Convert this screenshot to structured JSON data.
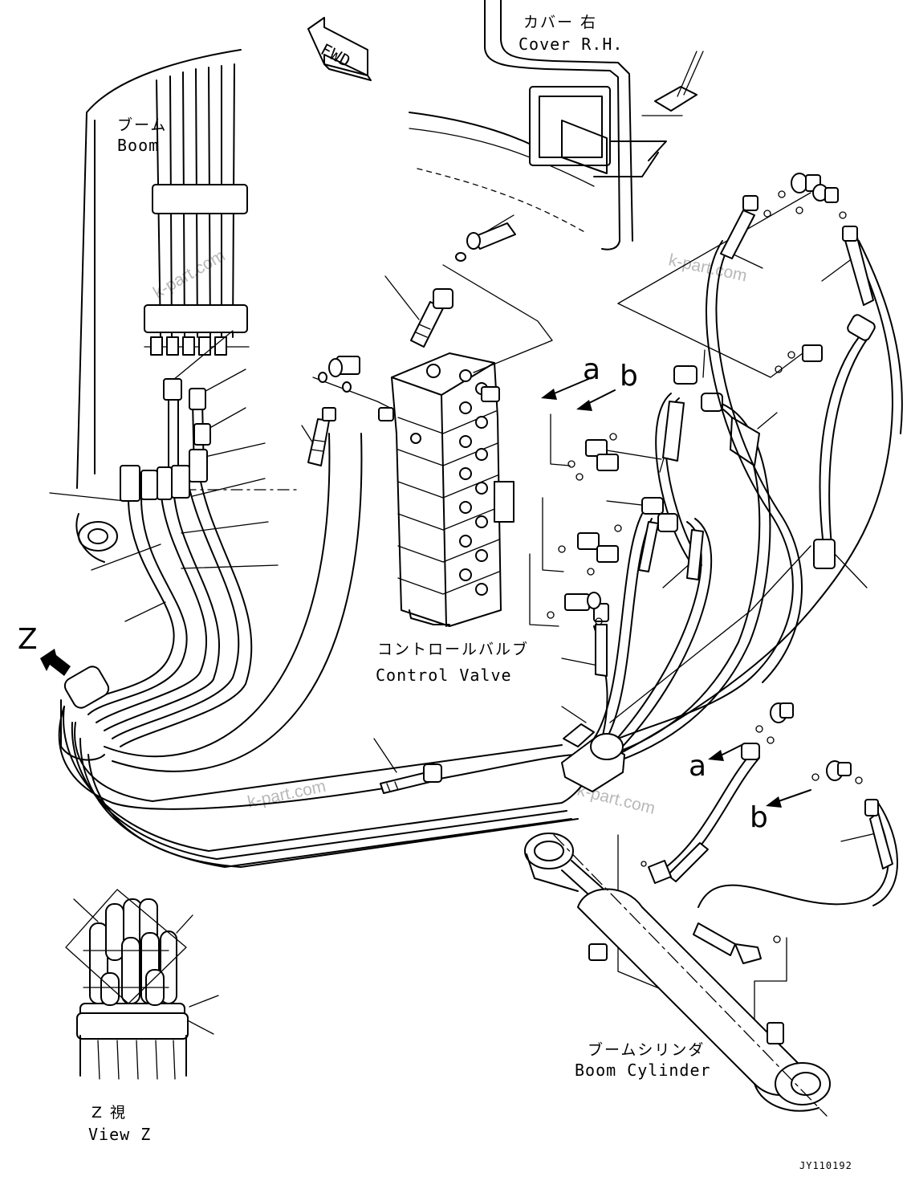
{
  "diagram": {
    "labels": {
      "cover_jp": "カバー 右",
      "cover_en": "Cover R.H.",
      "boom_jp": "ブーム",
      "boom_en": "Boom",
      "control_valve_jp": "コントロールバルブ",
      "control_valve_en": "Control Valve",
      "boom_cylinder_jp": "ブームシリンダ",
      "boom_cylinder_en": "Boom Cylinder",
      "view_z_jp": "Z 視",
      "view_z_en": "View Z",
      "fwd": "FWD",
      "z_marker": "Z",
      "ref_a": "a",
      "ref_b": "b",
      "drawing_code": "JY110192"
    },
    "watermarks": [
      "k-part.com",
      "k-part.com",
      "k-part.com",
      "k-part.com"
    ]
  }
}
